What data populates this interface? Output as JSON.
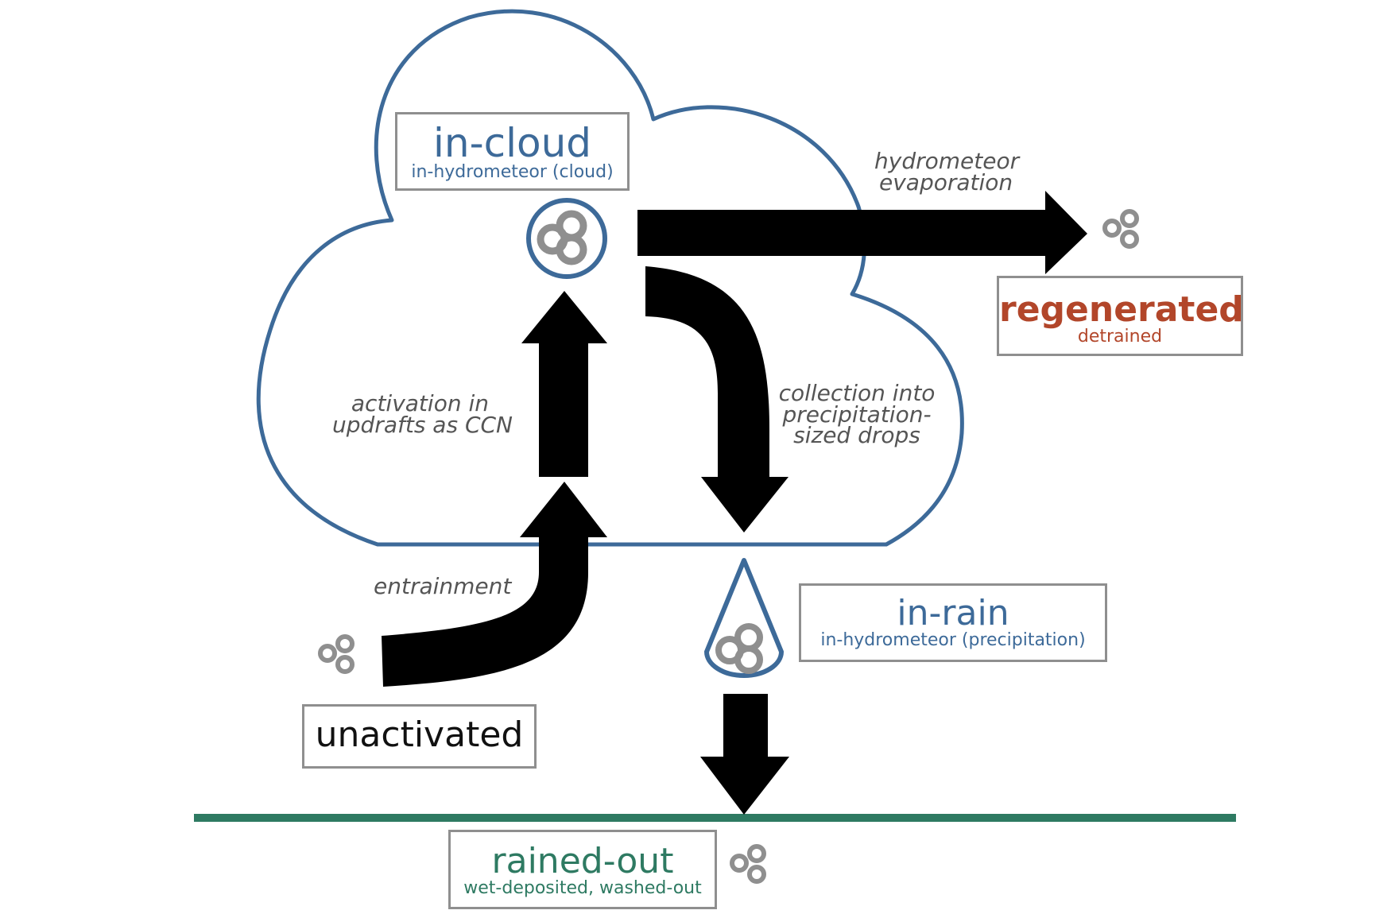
{
  "colors": {
    "cloud_outline": "#3d6a99",
    "arrow": "#000000",
    "aerosol": "#8f8f8f",
    "label_border": "#8f8f8f",
    "regenerated": "#b2462a",
    "rained_out": "#2e7a62",
    "ground_line": "#2e7a62",
    "process_text": "#555555"
  },
  "states": {
    "in_cloud": {
      "title": "in-cloud",
      "subtitle": "in-hydrometeor (cloud)"
    },
    "regenerated": {
      "title": "regenerated",
      "subtitle": "detrained"
    },
    "in_rain": {
      "title": "in-rain",
      "subtitle": "in-hydrometeor (precipitation)"
    },
    "unactivated": {
      "title": "unactivated"
    },
    "rained_out": {
      "title": "rained-out",
      "subtitle": "wet-deposited, washed-out"
    }
  },
  "processes": {
    "evaporation": {
      "line1": "hydrometeor",
      "line2": "evaporation"
    },
    "activation": {
      "line1": "activation in",
      "line2": "updrafts as CCN"
    },
    "collection": {
      "line1": "collection into",
      "line2": "precipitation-",
      "line3": "sized drops"
    },
    "entrainment": {
      "line1": "entrainment"
    }
  },
  "icons": {
    "aerosol_cluster": "aerosol-cluster-icon",
    "cloud_droplet": "cloud-droplet-icon",
    "rain_drop": "rain-drop-icon"
  }
}
